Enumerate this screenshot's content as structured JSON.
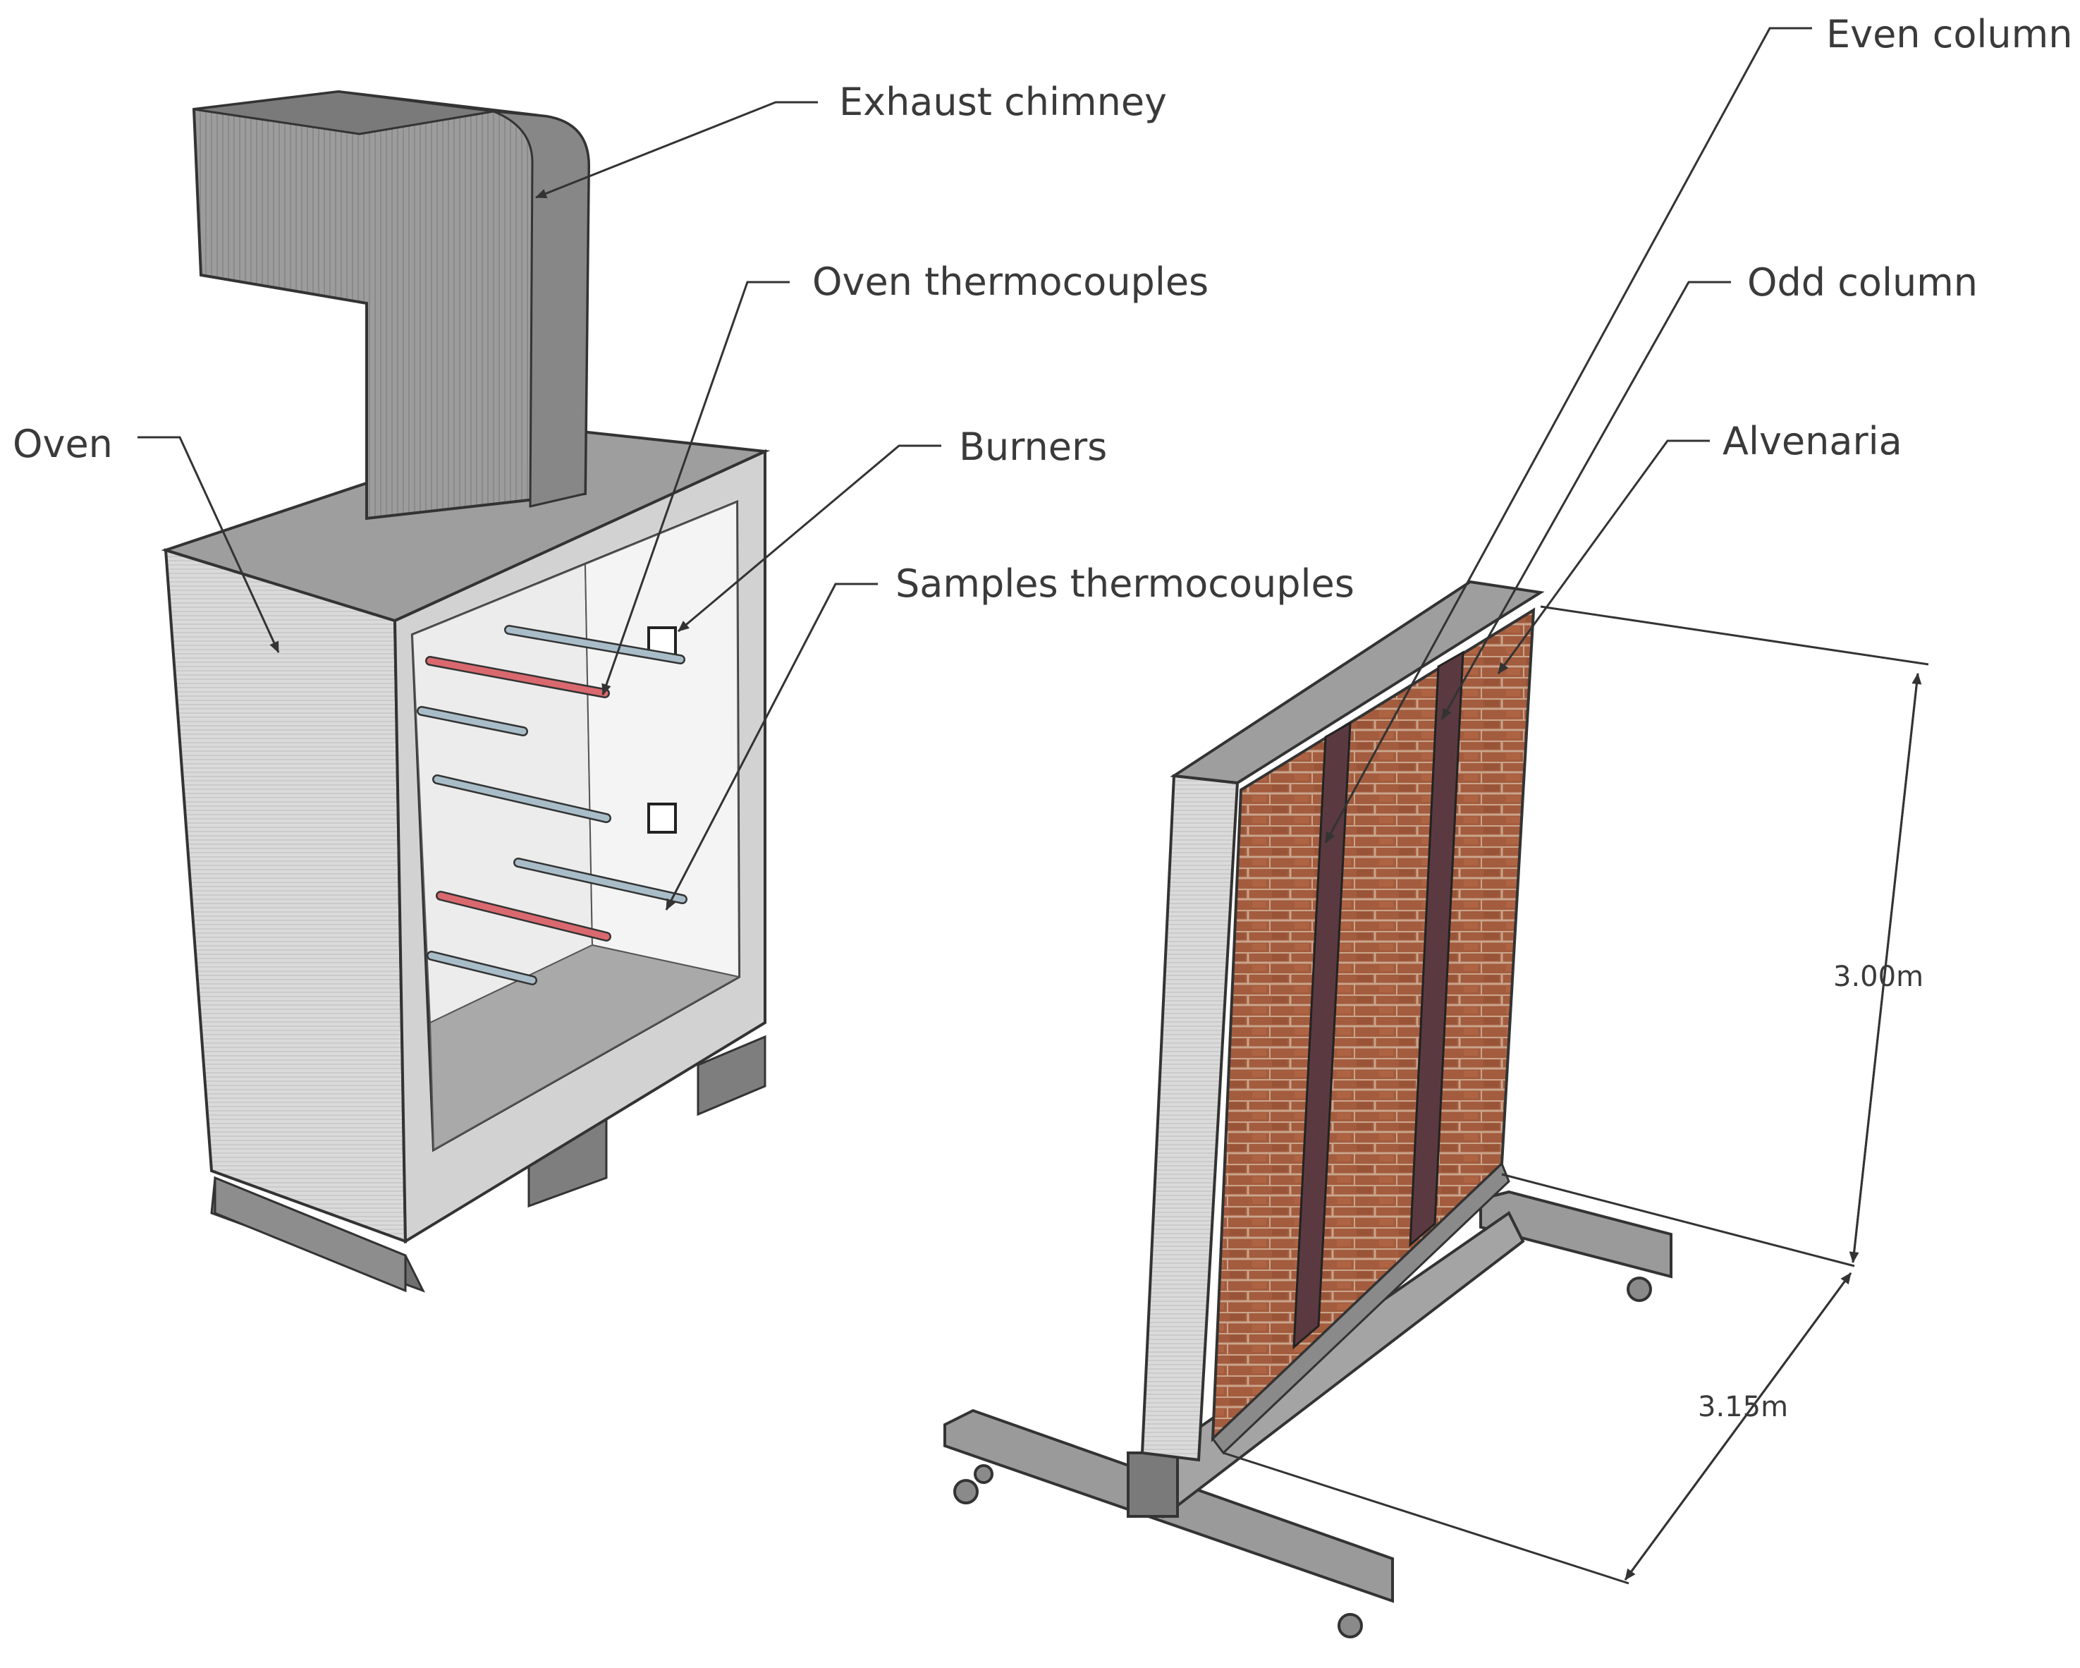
{
  "labels": {
    "exhaust_chimney": "Exhaust chimney",
    "oven_thermocouples": "Oven thermocouples",
    "oven": "Oven",
    "burners": "Burners",
    "samples_thermocouples": "Samples thermocouples",
    "even_column": "Even column",
    "odd_column": "Odd column",
    "alvenaria": "Alvenaria"
  },
  "dimensions": {
    "height": "3.00m",
    "width": "3.15m"
  },
  "colors": {
    "concrete": "#d4d4d4",
    "concrete_dark": "#8a8a8a",
    "chimney": "#9a9a9a",
    "brick": "#9c5a3c",
    "column": "#5a3a3e",
    "hot_rod": "#d9696e",
    "cold_rod": "#a8bcc8",
    "steel": "#8c8c8c"
  }
}
